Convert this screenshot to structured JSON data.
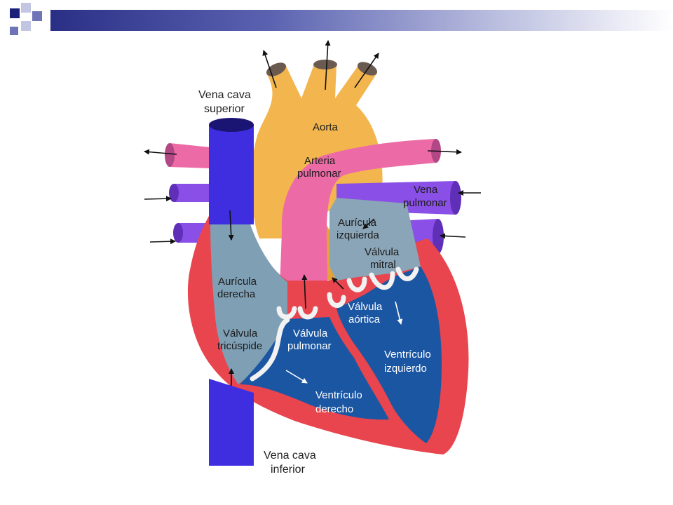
{
  "labels": {
    "vena_cava_superior": [
      "Vena cava",
      "superior"
    ],
    "aorta": [
      "Aorta"
    ],
    "arteria_pulmonar": [
      "Arteria",
      "pulmonar"
    ],
    "vena_pulmonar": [
      "Vena",
      "pulmonar"
    ],
    "auricula_izquierda": [
      "Aurícula",
      "izquierda"
    ],
    "valvula_mitral": [
      "Válvula",
      "mitral"
    ],
    "auricula_derecha": [
      "Aurícula",
      "derecha"
    ],
    "valvula_aortica": [
      "Válvula",
      "aórtica"
    ],
    "valvula_tricuspide": [
      "Válvula",
      "tricúspide"
    ],
    "valvula_pulmonar": [
      "Válvula",
      "pulmonar"
    ],
    "ventriculo_izquierdo": [
      "Ventrículo",
      "izquierdo"
    ],
    "ventriculo_derecho": [
      "Ventrículo",
      "derecho"
    ],
    "vena_cava_inferior": [
      "Vena cava",
      "inferior"
    ]
  },
  "colors": {
    "aorta": "#f3b64e",
    "pulmonary_artery": "#ec6aa6",
    "vena_cava": "#3f2ee0",
    "pulmonary_vein": "#8a4fe6",
    "myocardium": "#e8454f",
    "right_atrium": "#7f9fb4",
    "left_atrium": "#8aa5b7",
    "ventricle_blood": "#1b56a3",
    "valve": "#f2f2f2"
  }
}
